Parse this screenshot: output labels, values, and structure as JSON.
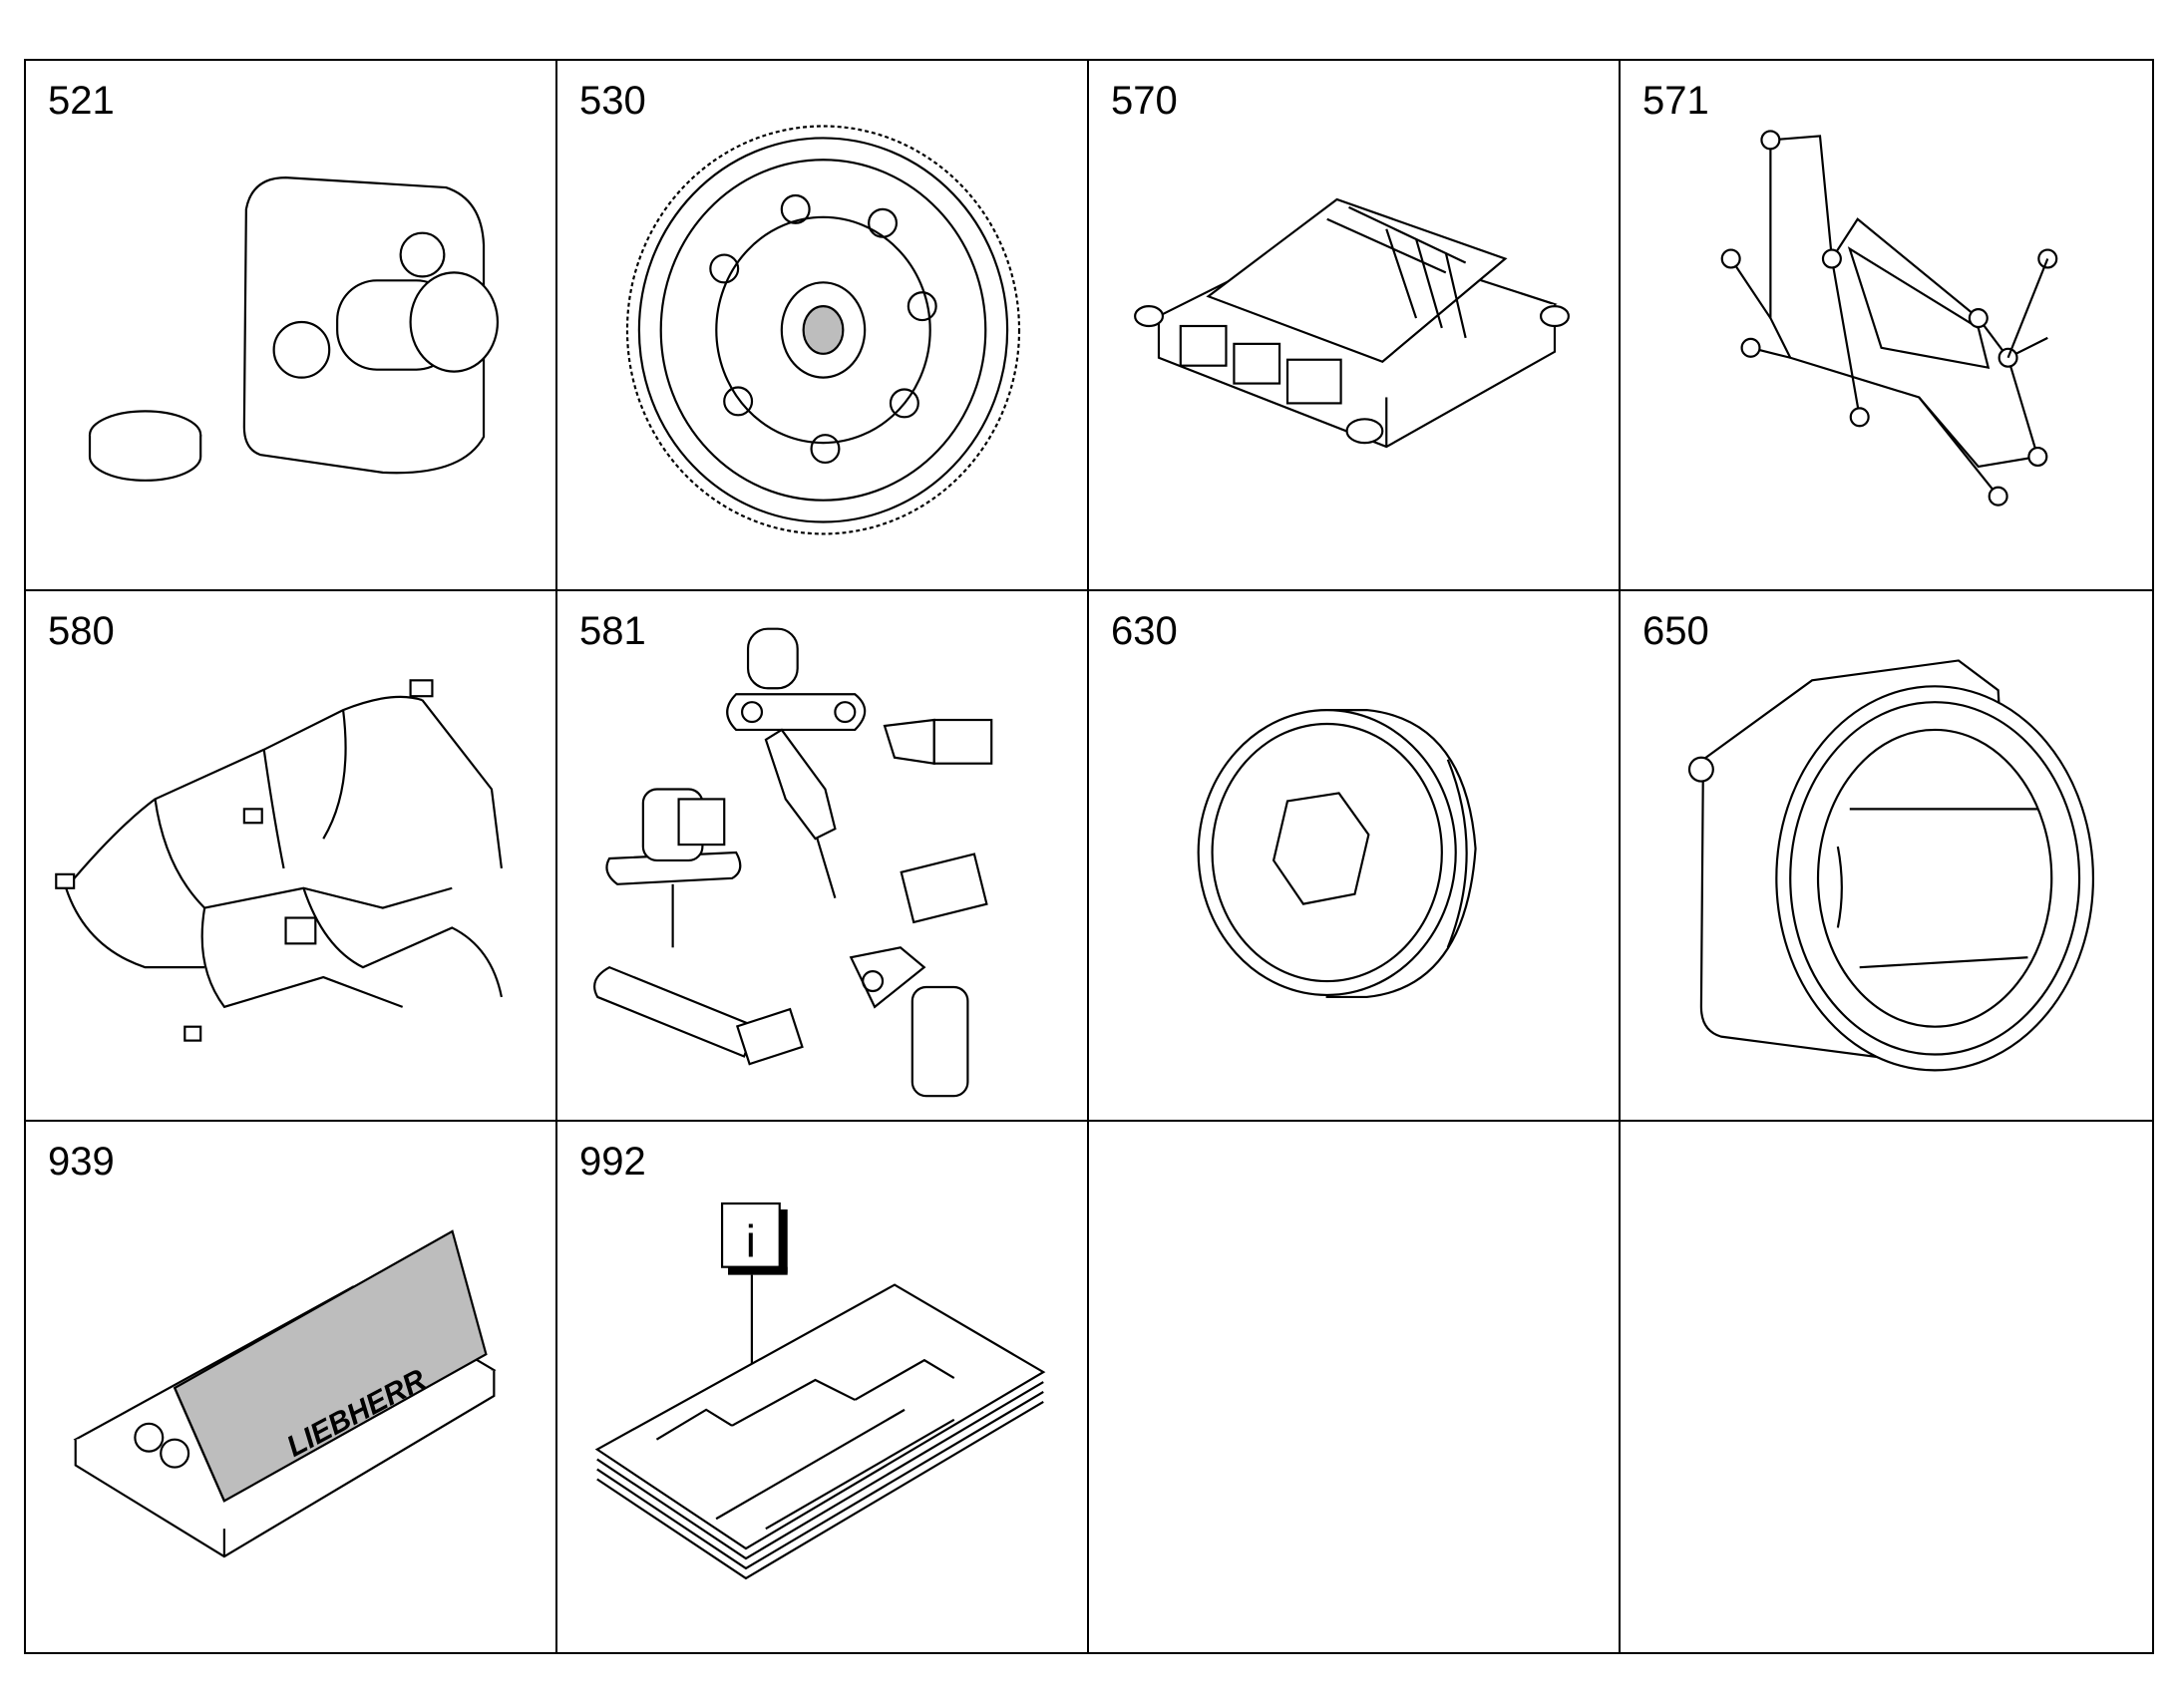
{
  "cells": [
    {
      "number": "521",
      "icon": "sealing-plug-illustration"
    },
    {
      "number": "530",
      "icon": "flywheel-illustration"
    },
    {
      "number": "570",
      "icon": "control-unit-illustration"
    },
    {
      "number": "571",
      "icon": "bracket-illustration"
    },
    {
      "number": "580",
      "icon": "wiring-harness-illustration"
    },
    {
      "number": "581",
      "icon": "sensors-illustration"
    },
    {
      "number": "630",
      "icon": "screw-plug-illustration"
    },
    {
      "number": "650",
      "icon": "housing-illustration"
    },
    {
      "number": "939",
      "icon": "parts-box-illustration"
    },
    {
      "number": "992",
      "icon": "documentation-illustration"
    },
    {
      "number": "",
      "icon": ""
    },
    {
      "number": "",
      "icon": ""
    }
  ],
  "box_brand": "LIEBHERR",
  "info_symbol": "i"
}
